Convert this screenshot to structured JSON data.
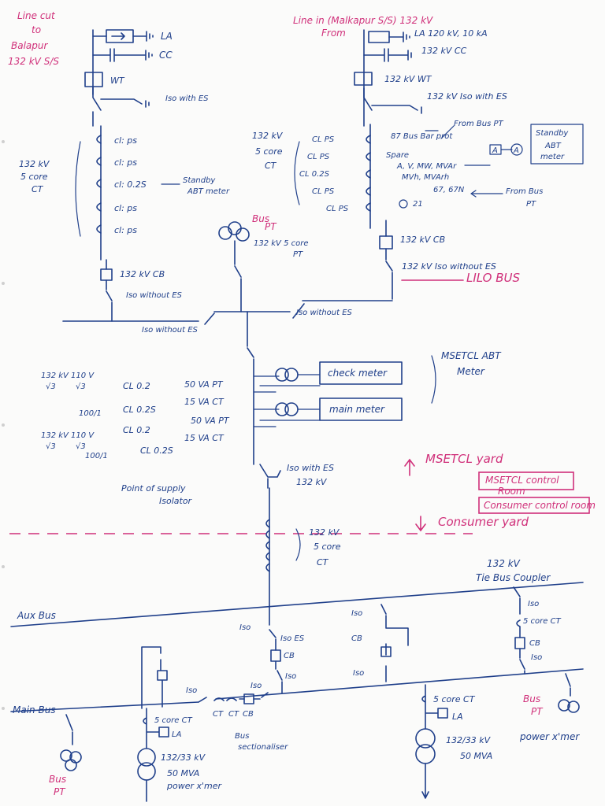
{
  "colors": {
    "ink": "#1f3f8a",
    "pink": "#d0307a",
    "paper": "#fbfbfa"
  },
  "left_feeder": {
    "title": [
      "Line cut",
      "to",
      "Balapur",
      "132 kV S/S"
    ],
    "la": "LA",
    "cc": "CC",
    "wt": "WT",
    "iso_es": "Iso with ES",
    "ct_label": [
      "132 kV",
      "5 core",
      "CT"
    ],
    "cores": [
      "cl: ps",
      "cl: ps",
      "cl: 0.2S",
      "cl: ps",
      "cl: ps"
    ],
    "standby_note": [
      "Standby",
      "ABT meter"
    ],
    "cb": "132 kV CB",
    "iso_no_es": "Iso without ES"
  },
  "right_feeder": {
    "title": [
      "Line in (Malkapur S/S) 132 kV",
      "From"
    ],
    "la": "LA 120 kV, 10 kA",
    "cc": "132 kV CC",
    "wt": "132 kV WT",
    "iso_es": "132 kV Iso with ES",
    "ct_label": [
      "132 kV",
      "5 core",
      "CT"
    ],
    "cores": [
      "CL PS",
      "CL PS",
      "CL 0.2S",
      "CL PS",
      "CL PS"
    ],
    "core_notes": [
      "87 Bus Bar prot",
      "Spare",
      "A, V, MW, MVAr",
      "MVh, MVArh",
      "67, 67N",
      "21"
    ],
    "from_bus_pt": "From Bus PT",
    "meter_boxes": [
      "A",
      "A"
    ],
    "standby_meter": [
      "Standby",
      "ABT",
      "meter"
    ],
    "from_bus_pt2": [
      "From Bus",
      "PT"
    ],
    "cb": "132 kV CB",
    "iso_no_es": "132 kV Iso without ES",
    "lilo_bus": "LILO BUS"
  },
  "bus_pt": {
    "label": [
      "Bus",
      "PT"
    ],
    "desc": [
      "132 kV 5 core",
      "PT"
    ]
  },
  "lilo": {
    "left_iso": "Iso without ES",
    "right_iso": "Iso without ES"
  },
  "metering": {
    "pt_ratio": [
      "132 kV",
      "√3",
      "110 V",
      "√3"
    ],
    "ct_ratio": "100/1",
    "rows": [
      {
        "cls": "CL 0.2",
        "burden": "50 VA PT"
      },
      {
        "cls": "CL 0.2S",
        "burden": "15 VA CT"
      },
      {
        "cls": "CL 0.2",
        "burden": "50 VA PT"
      },
      {
        "cls": "CL 0.2S",
        "burden": "15 VA CT"
      }
    ],
    "check_meter": "check meter",
    "main_meter": "main meter",
    "msetcl_abt": [
      "MSETCL ABT",
      "Meter"
    ],
    "pos_iso": [
      "Point of supply",
      "Isolator"
    ],
    "iso_es": [
      "Iso with ES",
      "132 kV"
    ]
  },
  "yard": {
    "msetcl_yard": "MSETCL yard",
    "msetcl_room": [
      "MSETCL control",
      "Room"
    ],
    "consumer_room": "Consumer control room",
    "consumer_yard": "Consumer yard"
  },
  "consumer_ct": [
    "132 kV",
    "5 core",
    "CT"
  ],
  "tie": [
    "132 kV",
    "Tie Bus Coupler"
  ],
  "tie_items": [
    "Iso",
    "5 core CT",
    "CB",
    "Iso"
  ],
  "aux_bus": "Aux Bus",
  "main_bus": "Main Bus",
  "bay_labels": [
    "Iso",
    "Iso ES",
    "CB",
    "Iso",
    "Iso",
    "CB",
    "Iso"
  ],
  "section": {
    "items": [
      "Iso",
      "CT",
      "CT",
      "CB",
      "Iso"
    ],
    "label": [
      "Bus",
      "sectionaliser"
    ]
  },
  "tx_left": {
    "ct": "5 core CT",
    "la": "LA",
    "ratio": "132/33 kV",
    "rating": "50 MVA",
    "name": "power x'mer"
  },
  "tx_right": {
    "ct": "5 core CT",
    "la": "LA",
    "ratio": "132/33 kV",
    "rating": "50 MVA",
    "name": "power x'mer"
  },
  "bus_pt_left": [
    "Bus",
    "PT"
  ],
  "bus_pt_right": [
    "Bus",
    "PT"
  ]
}
